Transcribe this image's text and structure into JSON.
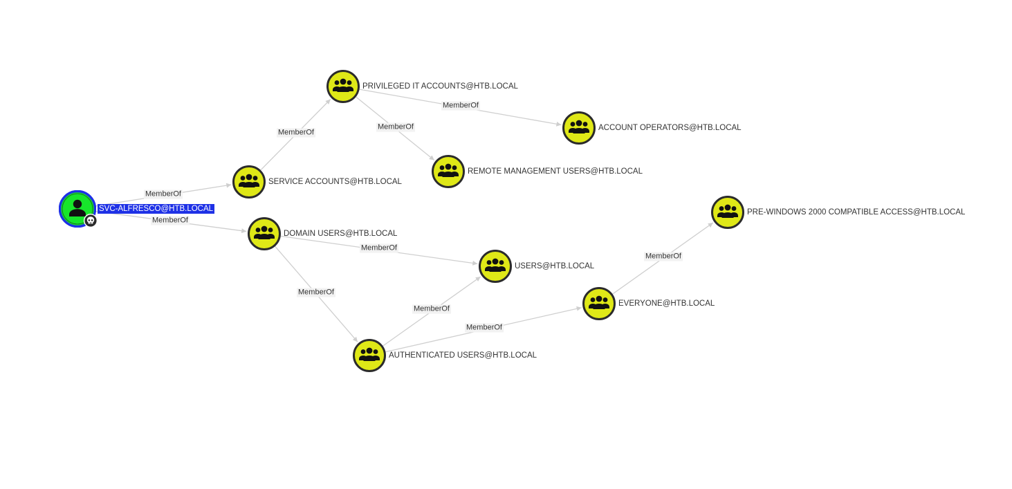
{
  "colors": {
    "group_fill": "#dfe817",
    "user_fill": "#17e62b",
    "selected_ring": "#1e31e6",
    "edge": "#cfcfcf",
    "node_border": "#2b2b2b"
  },
  "nodes": [
    {
      "id": "svc",
      "label": "SVC-ALFRESCO@HTB.LOCAL",
      "type": "user",
      "icon": "user-icon",
      "badge": "owned-skull-icon",
      "selected": true
    },
    {
      "id": "service",
      "label": "SERVICE ACCOUNTS@HTB.LOCAL",
      "type": "group",
      "icon": "group-icon"
    },
    {
      "id": "privileged",
      "label": "PRIVILEGED IT ACCOUNTS@HTB.LOCAL",
      "type": "group",
      "icon": "group-icon"
    },
    {
      "id": "accountops",
      "label": "ACCOUNT OPERATORS@HTB.LOCAL",
      "type": "group",
      "icon": "group-icon"
    },
    {
      "id": "remotemgmt",
      "label": "REMOTE MANAGEMENT USERS@HTB.LOCAL",
      "type": "group",
      "icon": "group-icon"
    },
    {
      "id": "domainusers",
      "label": "DOMAIN USERS@HTB.LOCAL",
      "type": "group",
      "icon": "group-icon"
    },
    {
      "id": "users",
      "label": "USERS@HTB.LOCAL",
      "type": "group",
      "icon": "group-icon"
    },
    {
      "id": "authusers",
      "label": "AUTHENTICATED USERS@HTB.LOCAL",
      "type": "group",
      "icon": "group-icon"
    },
    {
      "id": "everyone",
      "label": "EVERYONE@HTB.LOCAL",
      "type": "group",
      "icon": "group-icon"
    },
    {
      "id": "prewin2000",
      "label": "PRE-WINDOWS 2000 COMPATIBLE ACCESS@HTB.LOCAL",
      "type": "group",
      "icon": "group-icon"
    }
  ],
  "edges": [
    {
      "from": "svc",
      "to": "service",
      "label": "MemberOf"
    },
    {
      "from": "svc",
      "to": "domainusers",
      "label": "MemberOf"
    },
    {
      "from": "service",
      "to": "privileged",
      "label": "MemberOf"
    },
    {
      "from": "privileged",
      "to": "accountops",
      "label": "MemberOf"
    },
    {
      "from": "privileged",
      "to": "remotemgmt",
      "label": "MemberOf"
    },
    {
      "from": "domainusers",
      "to": "users",
      "label": "MemberOf"
    },
    {
      "from": "domainusers",
      "to": "authusers",
      "label": "MemberOf"
    },
    {
      "from": "authusers",
      "to": "users",
      "label": "MemberOf"
    },
    {
      "from": "authusers",
      "to": "everyone",
      "label": "MemberOf"
    },
    {
      "from": "everyone",
      "to": "prewin2000",
      "label": "MemberOf"
    }
  ]
}
